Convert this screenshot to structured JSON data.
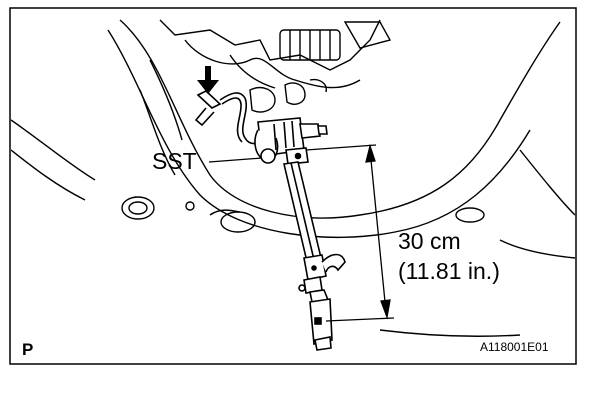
{
  "figure": {
    "tool_label": "SST",
    "dimension_metric": "30 cm",
    "dimension_imperial": "(11.81 in.)",
    "view_letter": "P",
    "figure_code": "A118001E01"
  },
  "icons": {
    "direction_arrow": "down-arrow-icon"
  },
  "colors": {
    "line": "#000000",
    "background": "#ffffff"
  }
}
